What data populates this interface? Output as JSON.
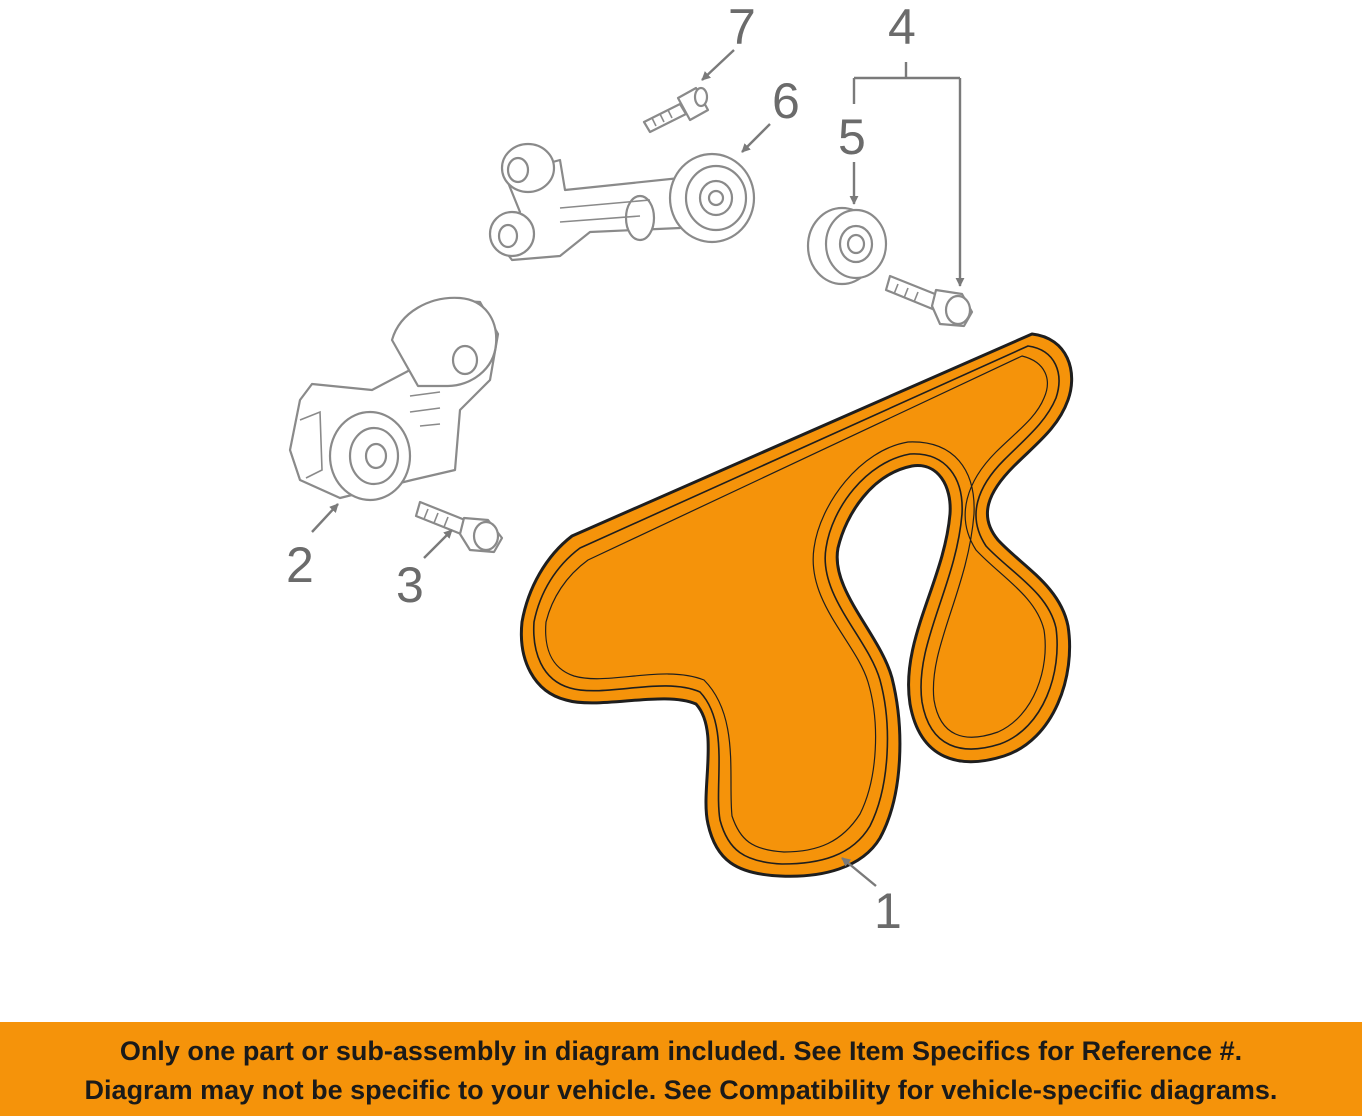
{
  "colors": {
    "belt": "#f5930a",
    "belt_outline": "#1e1e1e",
    "part_outline": "#8a8a8a",
    "callout_text": "#6b6b6b",
    "footer_background": "#f5930a",
    "footer_text": "#1a1a1a"
  },
  "callouts": {
    "c1": "1",
    "c2": "2",
    "c3": "3",
    "c4": "4",
    "c5": "5",
    "c6": "6",
    "c7": "7"
  },
  "footer": {
    "line1": "Only one part or sub-assembly in diagram included. See Item Specifics for Reference #.",
    "line2": "Diagram may not be specific to your vehicle. See Compatibility for vehicle-specific diagrams."
  }
}
